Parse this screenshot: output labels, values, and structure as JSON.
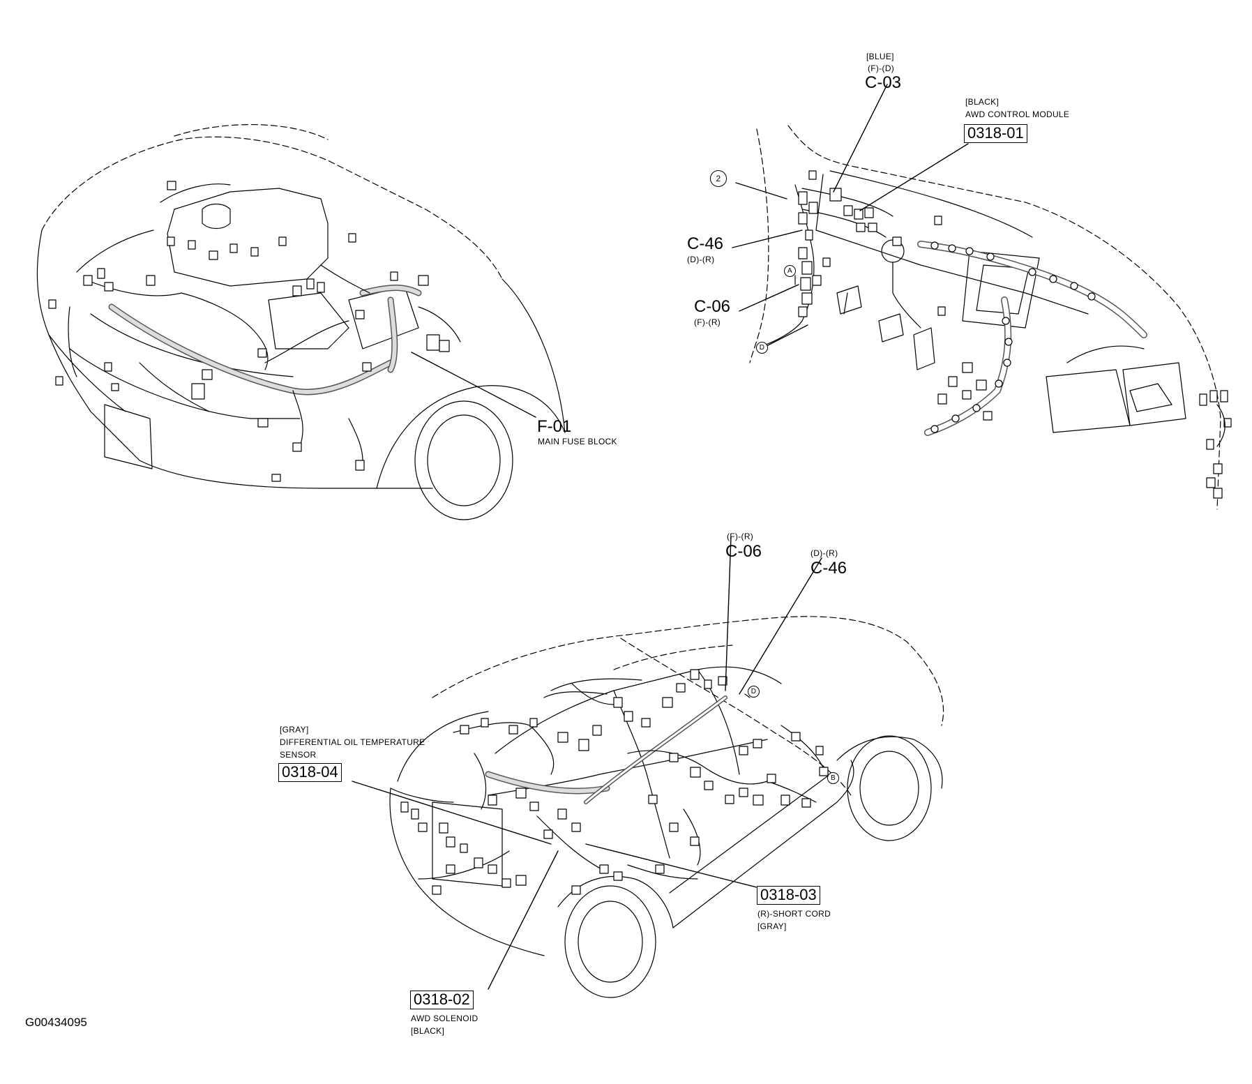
{
  "engine_view": {
    "f01": {
      "code": "F-01",
      "desc": "MAIN FUSE BLOCK"
    }
  },
  "dash_view": {
    "c03": {
      "color": "[BLUE]",
      "pair": "(F)-(D)",
      "code": "C-03"
    },
    "c46": {
      "code": "C-46",
      "pair": "(D)-(R)"
    },
    "c06": {
      "code": "C-06",
      "pair": "(F)-(R)"
    },
    "m031801": {
      "color": "[BLACK]",
      "desc": "AWD CONTROL MODULE",
      "code": "0318-01"
    },
    "marker_2": "2",
    "marker_a": "A",
    "marker_d": "D"
  },
  "body_view": {
    "c06": {
      "pair": "(F)-(R)",
      "code": "C-06"
    },
    "c46": {
      "pair": "(D)-(R)",
      "code": "C-46"
    },
    "m031804": {
      "color": "[GRAY]",
      "desc1": "DIFFERENTIAL OIL TEMPERATURE",
      "desc2": "SENSOR",
      "code": "0318-04"
    },
    "m031803": {
      "code": "0318-03",
      "desc": "(R)-SHORT CORD",
      "color": "[GRAY]"
    },
    "m031802": {
      "code": "0318-02",
      "desc": "AWD SOLENOID",
      "color": "[BLACK]"
    },
    "marker_d": "D",
    "marker_b": "B"
  },
  "figure_id": "G00434095"
}
